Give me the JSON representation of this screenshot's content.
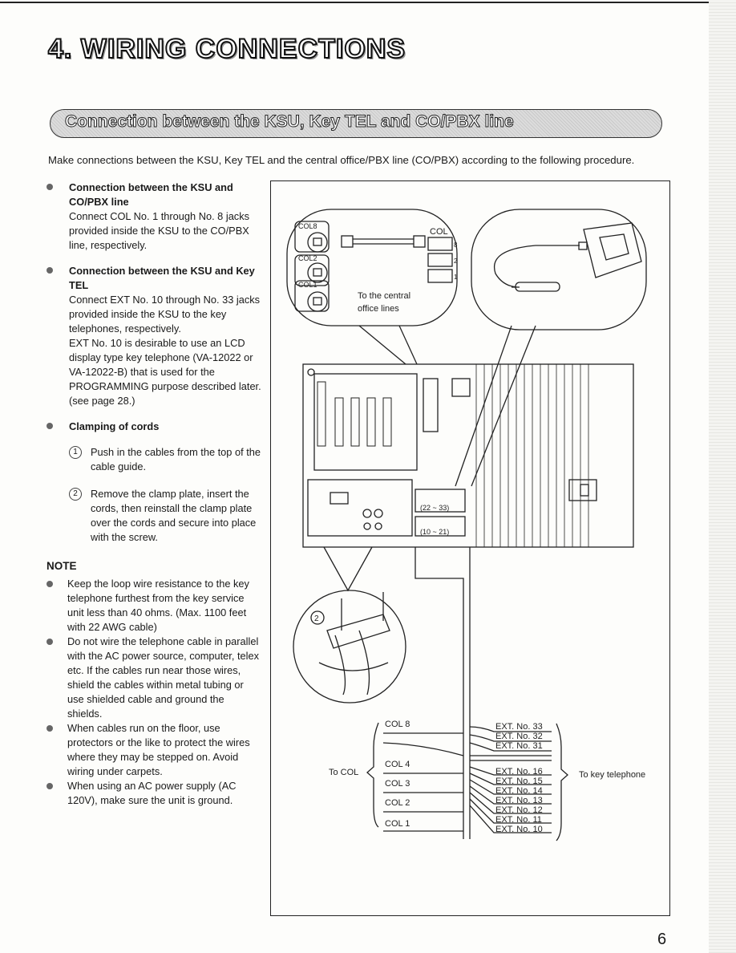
{
  "page": {
    "title": "4. WIRING CONNECTIONS",
    "banner": "Connection between the KSU, Key TEL and CO/PBX line",
    "intro": "Make connections between the KSU, Key TEL and the central office/PBX line (CO/PBX) according to the following procedure.",
    "page_number": "6"
  },
  "sections": [
    {
      "heading": "Connection between the KSU and CO/PBX line",
      "body": "Connect COL No. 1 through No. 8 jacks provided inside the KSU to the CO/PBX line, respectively."
    },
    {
      "heading": "Connection between the KSU and Key TEL",
      "body": "Connect EXT No. 10 through No. 33 jacks provided inside the KSU to the key telephones, respectively.",
      "body2": "EXT No. 10 is desirable to use an LCD display type key telephone (VA-12022 or VA-12022-B) that is used for the PROGRAMMING purpose described later. (see page 28.)"
    },
    {
      "heading": "Clamping of cords"
    }
  ],
  "steps": [
    {
      "num": "1",
      "text": "Push in the cables from the top of the cable guide."
    },
    {
      "num": "2",
      "text": "Remove the clamp plate, insert the cords, then reinstall the clamp plate over the cords and secure into place with the screw."
    }
  ],
  "note": {
    "heading": "NOTE",
    "items": [
      "Keep the loop wire resistance to the key telephone furthest from the key service unit less than 40 ohms. (Max. 1100 feet with 22 AWG cable)",
      "Do not wire the telephone cable in parallel with the AC power source, computer, telex etc. If the cables run near those wires, shield the cables within metal tubing or use shielded cable and ground the shields.",
      "When cables run on the floor, use protectors or the like to protect the wires where they may be stepped on. Avoid wiring under carpets.",
      "When using an AC power supply (AC 120V), make sure the unit is ground."
    ]
  },
  "diagram": {
    "jacks": [
      "COL8",
      "COL2",
      "COL1"
    ],
    "col_label": "COL",
    "col_pins": [
      "8",
      "2",
      "1"
    ],
    "central_line": "To the central",
    "central_line2": "office lines",
    "range_upper": "(22 ~ 33)",
    "range_lower": "(10 ~ 21)",
    "callout": "2",
    "to_col": "To COL",
    "to_key": "To key telephone",
    "col_labels": [
      "COL 8",
      "COL 4",
      "COL 3",
      "COL 2",
      "COL 1"
    ],
    "ext_labels": [
      "EXT. No. 33",
      "EXT. No. 32",
      "EXT. No. 31",
      "EXT. No. 16",
      "EXT. No. 15",
      "EXT. No. 14",
      "EXT. No. 13",
      "EXT. No. 12",
      "EXT. No. 11",
      "EXT. No. 10"
    ]
  }
}
